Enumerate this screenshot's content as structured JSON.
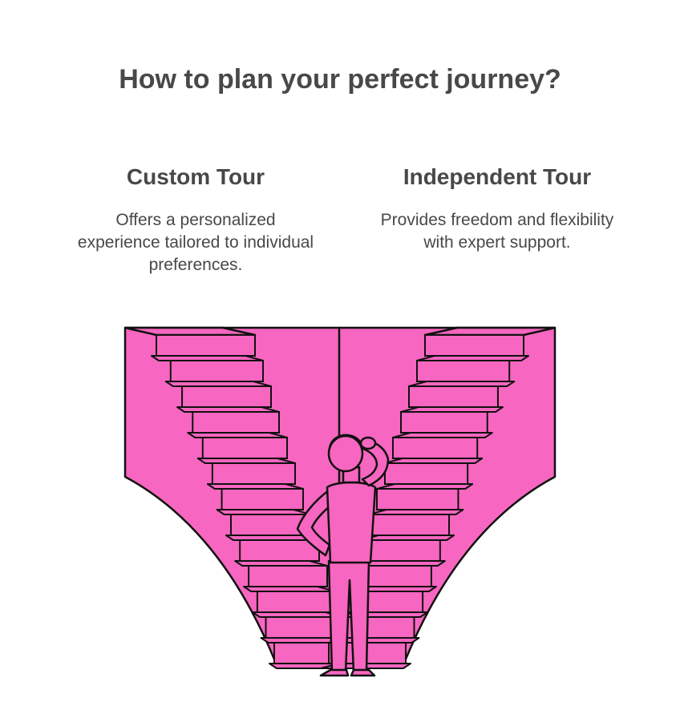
{
  "title": "How to plan your perfect journey?",
  "options": [
    {
      "heading": "Custom Tour",
      "description": "Offers a personalized experience tailored to individual preferences."
    },
    {
      "heading": "Independent Tour",
      "description": "Provides freedom and flexibility with expert support."
    }
  ],
  "colors": {
    "stairs": "#f766c0",
    "outline": "#111111",
    "text": "#484848"
  },
  "icons": [
    "staircase-left-icon",
    "staircase-right-icon",
    "thinking-person-icon"
  ]
}
